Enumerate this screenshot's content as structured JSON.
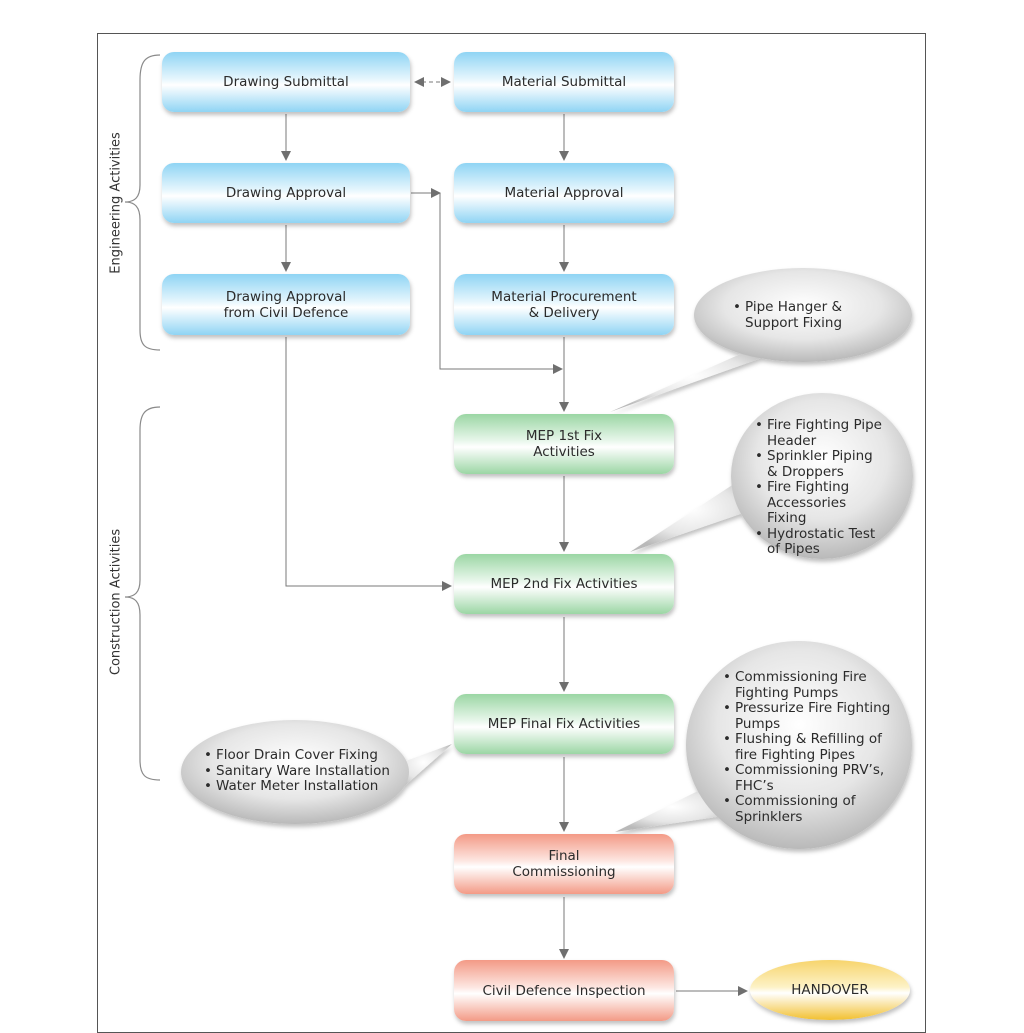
{
  "engineering_label": "Engineering Activities",
  "construction_label": "Construction Activities",
  "nodes": {
    "drawing_submittal": "Drawing Submittal",
    "material_submittal": "Material Submittal",
    "drawing_approval": "Drawing Approval",
    "material_approval": "Material Approval",
    "drawing_approval_cd": "Drawing Approval\nfrom Civil Defence",
    "material_procurement": "Material Procurement\n& Delivery",
    "mep_1st": "MEP 1st Fix\nActivities",
    "mep_2nd": "MEP 2nd Fix Activities",
    "mep_final": "MEP Final Fix Activities",
    "final_commissioning": "Final\nCommissioning",
    "civil_defence_inspection": "Civil Defence Inspection",
    "handover": "HANDOVER"
  },
  "callouts": {
    "first_fix": [
      "Pipe Hanger & Support Fixing"
    ],
    "second_fix": [
      "Fire Fighting Pipe Header",
      "Sprinkler Piping & Droppers",
      "Fire Fighting Accessories Fixing",
      "Hydrostatic Test of Pipes"
    ],
    "final_fix": [
      "Floor Drain Cover Fixing",
      "Sanitary Ware Installation",
      "Water Meter Installation"
    ],
    "commissioning": [
      "Commissioning Fire Fighting Pumps",
      "Pressurize Fire Fighting Pumps",
      "Flushing & Refilling of fire Fighting Pipes",
      "Commissioning PRV’s, FHC’s",
      "Commissioning of Sprinklers"
    ]
  },
  "colors": {
    "engineering": "#8fd4f4",
    "construction": "#9bd6a4",
    "commissioning": "#f39a86",
    "handover": "#f7d46c",
    "connector": "#7a7a7a"
  }
}
